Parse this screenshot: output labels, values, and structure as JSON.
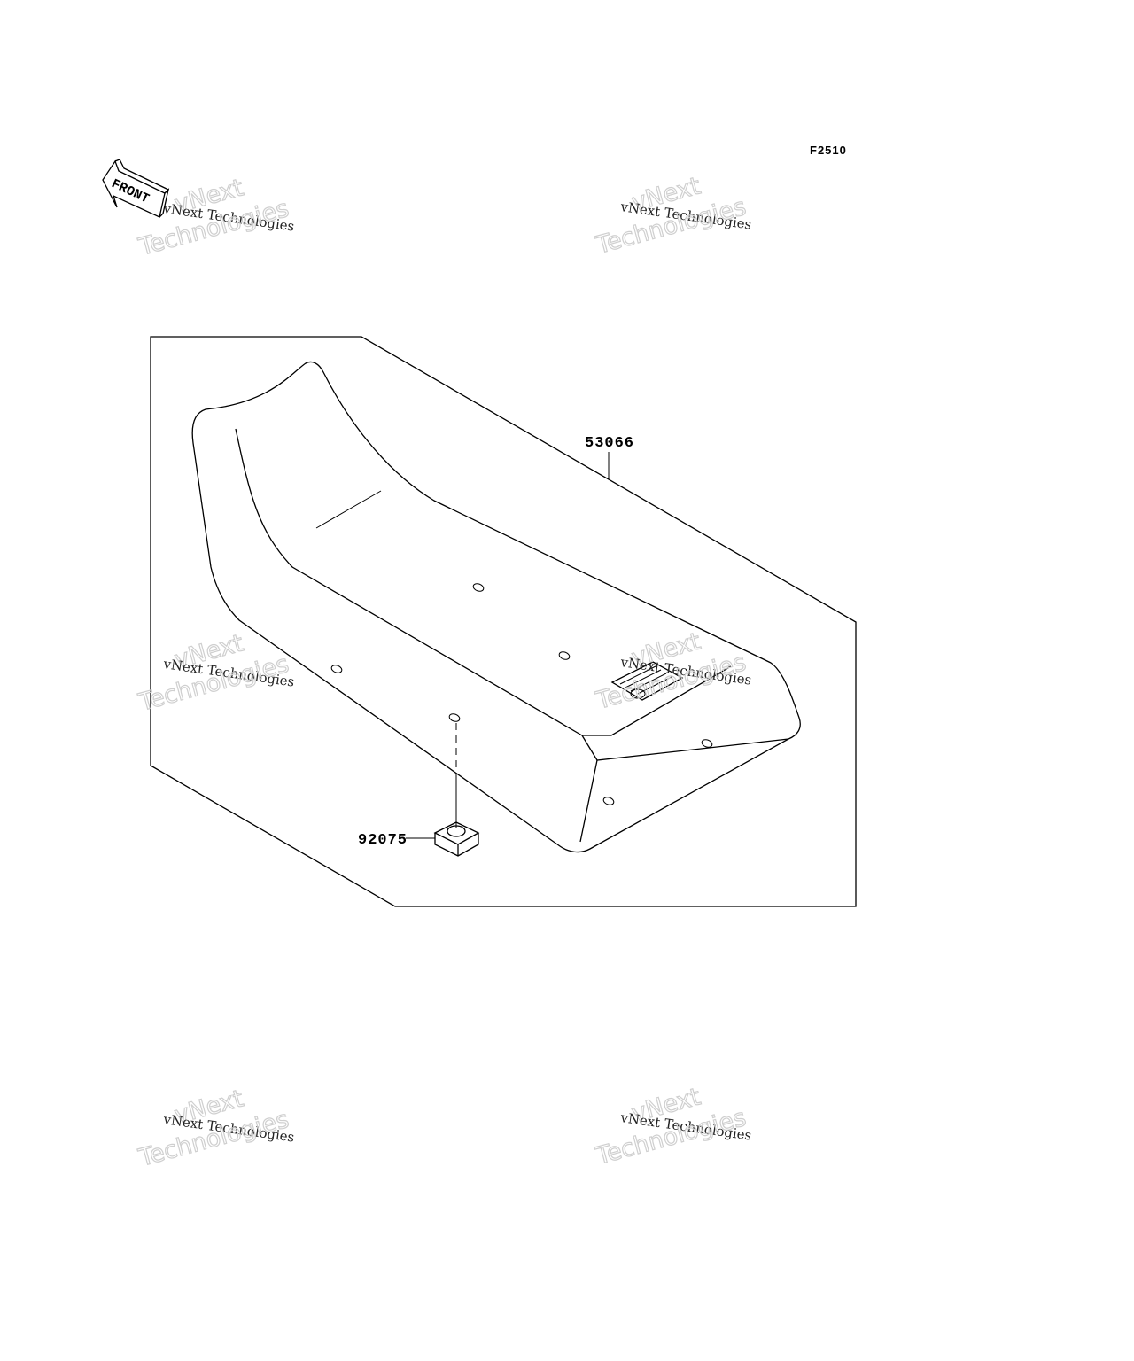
{
  "figure_code": "F2510",
  "front_arrow": {
    "label": "FRONT",
    "icon": "front-arrow-icon"
  },
  "parts": [
    {
      "number": "53066"
    },
    {
      "number": "92075"
    }
  ],
  "watermark": {
    "top_line": "vNext",
    "middle_line": "vNext Technologies",
    "bottom_line": "Technologies"
  }
}
